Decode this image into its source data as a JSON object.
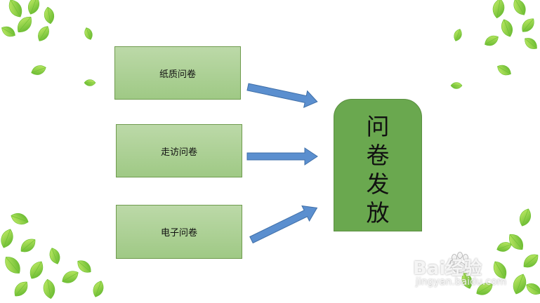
{
  "boxes": {
    "paper": "纸质问卷",
    "visit": "走访问卷",
    "electronic": "电子问卷"
  },
  "target": "问卷发放",
  "watermark": {
    "main": "Bai经验",
    "sub": "jingyan.baidu.com"
  },
  "colors": {
    "box_fill_top": "#bcd9a8",
    "box_fill_bottom": "#9fc985",
    "target_fill": "#6aa84f",
    "arrow_fill": "#5b8fcf",
    "arrow_stroke": "#3f6fa8",
    "leaf_light": "#a6dd4a",
    "leaf_dark": "#4faa24"
  }
}
